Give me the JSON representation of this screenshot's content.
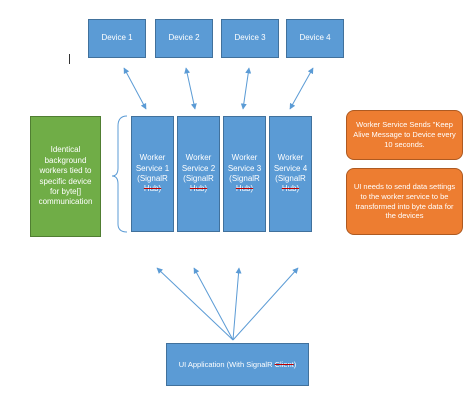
{
  "devices": [
    {
      "label": "Device 1"
    },
    {
      "label": "Device 2"
    },
    {
      "label": "Device 3"
    },
    {
      "label": "Device 4"
    }
  ],
  "workers": [
    {
      "line1": "Worker",
      "line2": "Service 1",
      "line3": "(SignalR",
      "line4": "Hub)"
    },
    {
      "line1": "Worker",
      "line2": "Service 2",
      "line3": "(SignalR",
      "line4": "Hub)"
    },
    {
      "line1": "Worker",
      "line2": "Service 3",
      "line3": "(SignalR",
      "line4": "Hub)"
    },
    {
      "line1": "Worker",
      "line2": "Service 4",
      "line3": "(SignalR",
      "line4": "Hub)"
    }
  ],
  "note_left": "Identical background workers tied to specific device for byte[] communication",
  "note_keepalive": "Worker Service Sends \"Keep Alive Message to Device every 10 seconds.",
  "note_ui": "UI needs to send data settings to the worker service to be transformed into byte data for the devices",
  "ui_app": {
    "prefix": "UI Application (With SignalR ",
    "struck": "Client",
    "suffix": ")"
  },
  "colors": {
    "blue": "#5b9bd5",
    "green": "#70ad47",
    "orange": "#ed7d31",
    "arrow": "#5b9bd5",
    "strike": "#c00000"
  }
}
